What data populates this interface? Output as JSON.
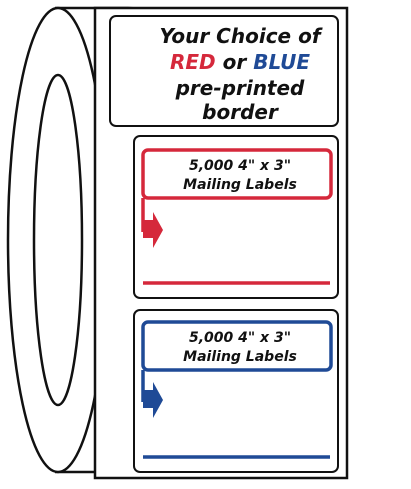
{
  "headline": {
    "line1": "Your Choice of",
    "red_word": "RED",
    "or_word": "or",
    "blue_word": "BLUE",
    "line3": "pre-printed",
    "line4": "border"
  },
  "labels": [
    {
      "line1": "5,000 4\" x 3\"",
      "line2": "Mailing Labels",
      "color": "#d5283b"
    },
    {
      "line1": "5,000 4\" x 3\"",
      "line2": "Mailing Labels",
      "color": "#1f4a96"
    }
  ],
  "colors": {
    "red": "#d5283b",
    "blue": "#1f4a96",
    "outline": "#111111"
  }
}
